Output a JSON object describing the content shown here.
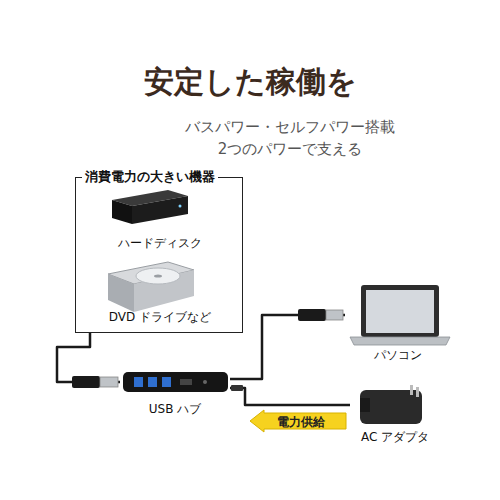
{
  "diagram": {
    "title": "安定した稼働を",
    "nodes": [
      {
        "text": [
          "消費電力の大きい機器"
        ]
      },
      {
        "text": [
          "ハードディスク"
        ],
        "in": 0
      },
      {
        "text": [
          "DVD ドライブなど"
        ],
        "in": 0
      },
      {
        "text": [
          "USB ハブ"
        ]
      },
      {
        "text": [
          "パソコン"
        ]
      },
      {
        "text": [
          "AC アダプタ"
        ]
      }
    ],
    "edges": [
      {
        "from": 0,
        "to": 3,
        "arrow": "none"
      },
      {
        "from": 3,
        "to": 4,
        "arrow": "none"
      },
      {
        "from": 5,
        "to": 3,
        "arrow": "none"
      }
    ],
    "labels": [
      "バスパワー・セルフパワー搭載",
      "2つのパワーで支える",
      "電力供給"
    ]
  }
}
